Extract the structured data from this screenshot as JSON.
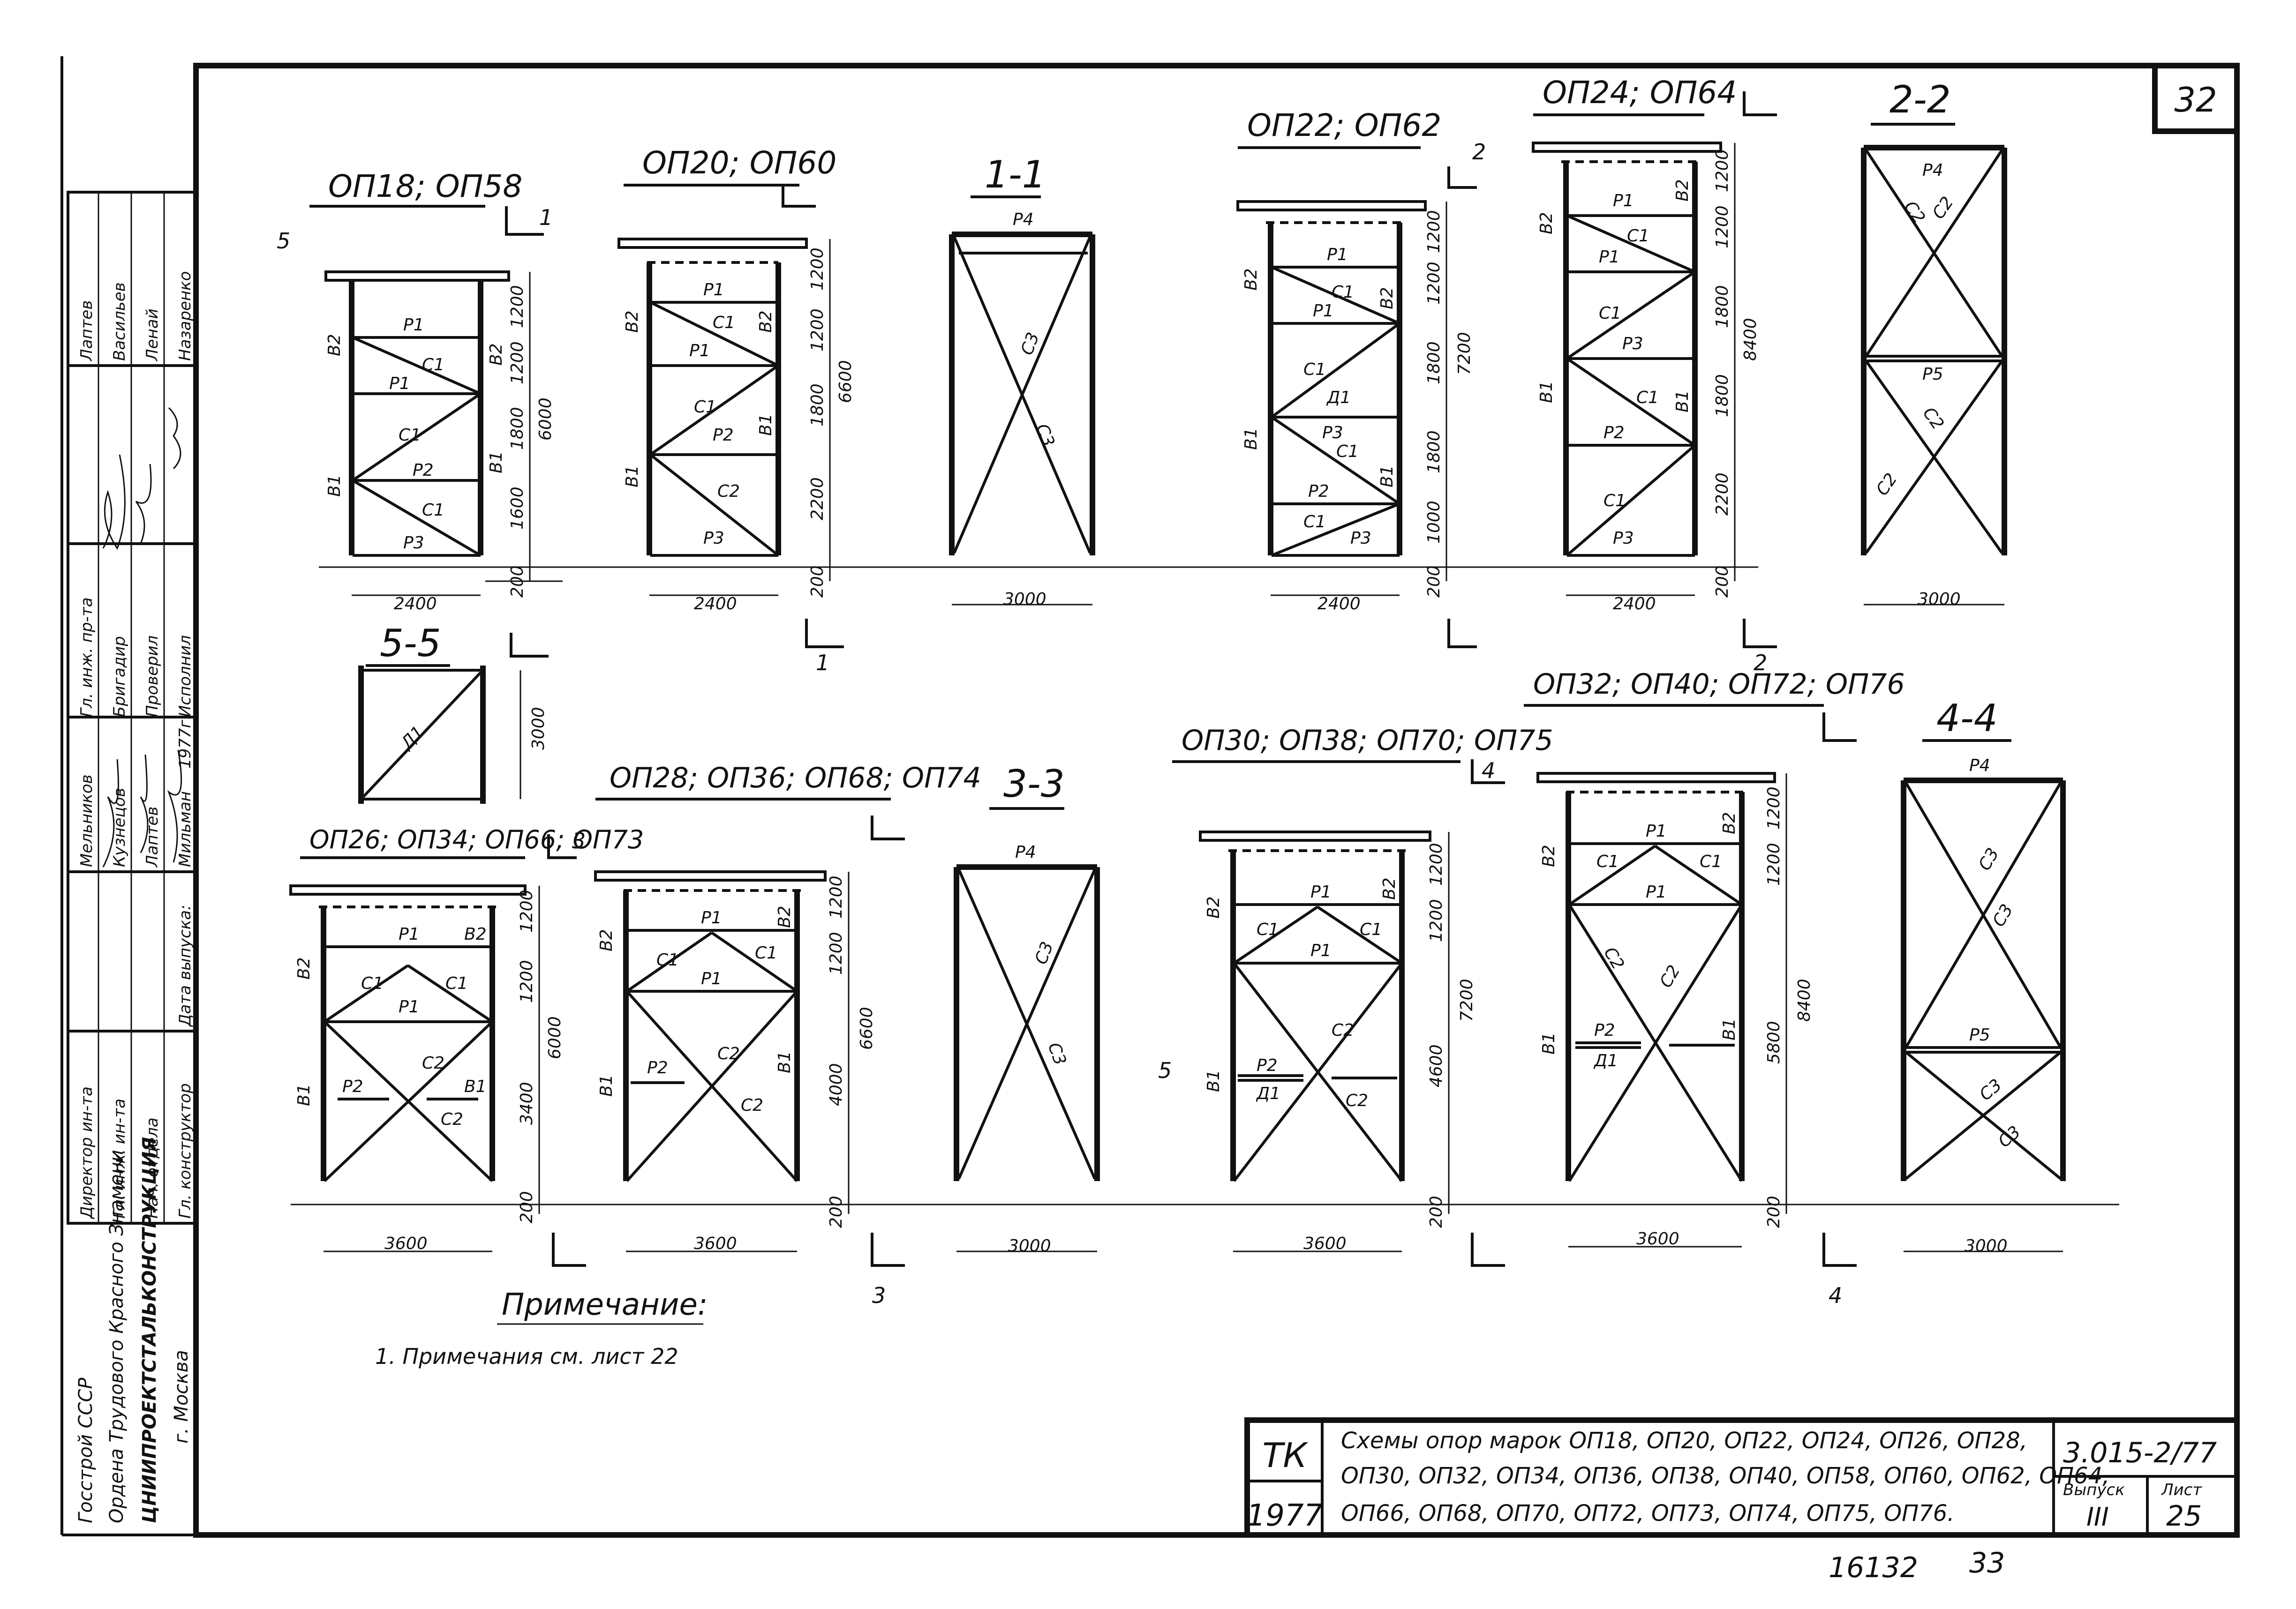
{
  "sheet": {
    "page_number": "32",
    "bottom_number": "16132",
    "bottom_page": "33"
  },
  "views": {
    "v1": {
      "title": "ОП18; ОП58",
      "width": "2400",
      "dims": [
        "1200",
        "1200",
        "1800",
        "1600",
        "200"
      ],
      "total": "6000",
      "legs": [
        "В2",
        "В2",
        "В1",
        "В1"
      ],
      "members": [
        "Р1",
        "С1",
        "Р1",
        "С1",
        "Р2",
        "С1",
        "Р3"
      ]
    },
    "v2": {
      "title": "ОП20; ОП60",
      "width": "2400",
      "dims": [
        "1200",
        "1200",
        "1800",
        "2200",
        "200"
      ],
      "total": "6600",
      "legs": [
        "В2",
        "В2",
        "В1",
        "В1"
      ],
      "members": [
        "Р1",
        "С1",
        "Р1",
        "С1",
        "Р2",
        "С2",
        "Р3"
      ]
    },
    "v3": {
      "title": "ОП22; ОП62",
      "width": "2400",
      "dims": [
        "1200",
        "1200",
        "1800",
        "1800",
        "1000",
        "200"
      ],
      "total": "7200",
      "legs": [
        "В2",
        "В2",
        "В1",
        "В1"
      ],
      "members": [
        "Р1",
        "С1",
        "Р1",
        "С1",
        "Д1",
        "Р3",
        "С1",
        "Р2",
        "С1",
        "Р3"
      ]
    },
    "v4": {
      "title": "ОП24; ОП64",
      "width": "2400",
      "dims": [
        "1200",
        "1200",
        "1800",
        "1800",
        "2200",
        "200"
      ],
      "total": "8400",
      "legs": [
        "В2",
        "В2",
        "В1",
        "В1"
      ],
      "members": [
        "Р1",
        "С1",
        "Р1",
        "С1",
        "Р3",
        "С1",
        "Р2",
        "С1",
        "Р3"
      ]
    },
    "s11": {
      "title": "1-1",
      "width": "3000",
      "members": [
        "Р4",
        "С3",
        "С3"
      ]
    },
    "s22": {
      "title": "2-2",
      "width": "3000",
      "members": [
        "Р4",
        "С2",
        "С2",
        "Р5",
        "С2",
        "С2"
      ]
    },
    "s55": {
      "title": "5-5",
      "height": "3000",
      "members": [
        "Д1"
      ]
    },
    "v5": {
      "title": "ОП26; ОП34; ОП66; ОП73",
      "width": "3600",
      "dims": [
        "1200",
        "1200",
        "3400",
        "200"
      ],
      "total": "6000",
      "legs": [
        "В2",
        "В2",
        "В1",
        "В1"
      ],
      "members": [
        "Р1",
        "С1",
        "С1",
        "Р1",
        "Р2",
        "С2",
        "С2"
      ]
    },
    "v6": {
      "title": "ОП28; ОП36; ОП68; ОП74",
      "width": "3600",
      "dims": [
        "1200",
        "1200",
        "4000",
        "200"
      ],
      "total": "6600",
      "legs": [
        "В2",
        "В2",
        "В1",
        "В1"
      ],
      "members": [
        "Р1",
        "С1",
        "С1",
        "Р1",
        "Р2",
        "С2",
        "С2"
      ]
    },
    "s33": {
      "title": "3-3",
      "width": "3000",
      "members": [
        "Р4",
        "С3",
        "С3"
      ]
    },
    "v7": {
      "title": "ОП30; ОП38; ОП70; ОП75",
      "width": "3600",
      "dims": [
        "1200",
        "1200",
        "4600",
        "200"
      ],
      "total": "7200",
      "legs": [
        "В2",
        "В2",
        "В1"
      ],
      "members": [
        "Р1",
        "С1",
        "С1",
        "Р1",
        "Р2",
        "Д1",
        "С2",
        "С2"
      ]
    },
    "v8": {
      "title": "ОП32; ОП40; ОП72; ОП76",
      "width": "3600",
      "dims": [
        "1200",
        "1200",
        "5800",
        "200"
      ],
      "total": "8400",
      "legs": [
        "В2",
        "В2",
        "В1",
        "В1"
      ],
      "members": [
        "Р1",
        "С1",
        "С1",
        "Р1",
        "С2",
        "С2",
        "Р2",
        "Д1"
      ]
    },
    "s44": {
      "title": "4-4",
      "width": "3000",
      "members": [
        "Р4",
        "С3",
        "С3",
        "Р5",
        "С3",
        "С3"
      ]
    }
  },
  "section_marks": [
    "1",
    "1",
    "2",
    "2",
    "3",
    "3",
    "4",
    "4",
    "5",
    "5"
  ],
  "note": {
    "heading": "Примечание:",
    "item": "1. Примечания   см.   лист 22"
  },
  "stamp": {
    "org1": "Госстрой СССР",
    "org2": "Ордена Трудового Красного Знамени",
    "org3": "ЦНИИПРОЕКТСТАЛЬКОНСТРУКЦИЯ",
    "org4": "г. Москва",
    "rows_top": [
      {
        "role": "Гл. инж. пр-та",
        "name": "Лаптев"
      },
      {
        "role": "Бригадир",
        "name": "Васильев"
      },
      {
        "role": "Проверил",
        "name": "Ленай"
      },
      {
        "role": "Исполнил",
        "name": "Назаренко"
      }
    ],
    "rows_bottom": [
      {
        "role": "Директор ин-та",
        "name": "Мельников"
      },
      {
        "role": "Гл. инж. ин-та",
        "name": "Кузнецов"
      },
      {
        "role": "Нач. отдела",
        "name": "Лаптев"
      },
      {
        "role": "Гл. конструктор",
        "name": "Мильман"
      }
    ],
    "year_small": "1977г.",
    "issue_date": "Дата выпуска:"
  },
  "title_block": {
    "tk": "ТК",
    "year": "1977",
    "desc1": "Схемы опор марок ОП18, ОП20, ОП22, ОП24, ОП26, ОП28,",
    "desc2": "ОП30, ОП32, ОП34, ОП36, ОП38, ОП40, ОП58, ОП60, ОП62, ОП64,",
    "desc3": "ОП66, ОП68, ОП70, ОП72, ОП73, ОП74, ОП75, ОП76.",
    "code": "3.015-2/77",
    "issue_label": "Выпуск",
    "issue": "III",
    "sheet_label": "Лист",
    "sheet": "25"
  }
}
